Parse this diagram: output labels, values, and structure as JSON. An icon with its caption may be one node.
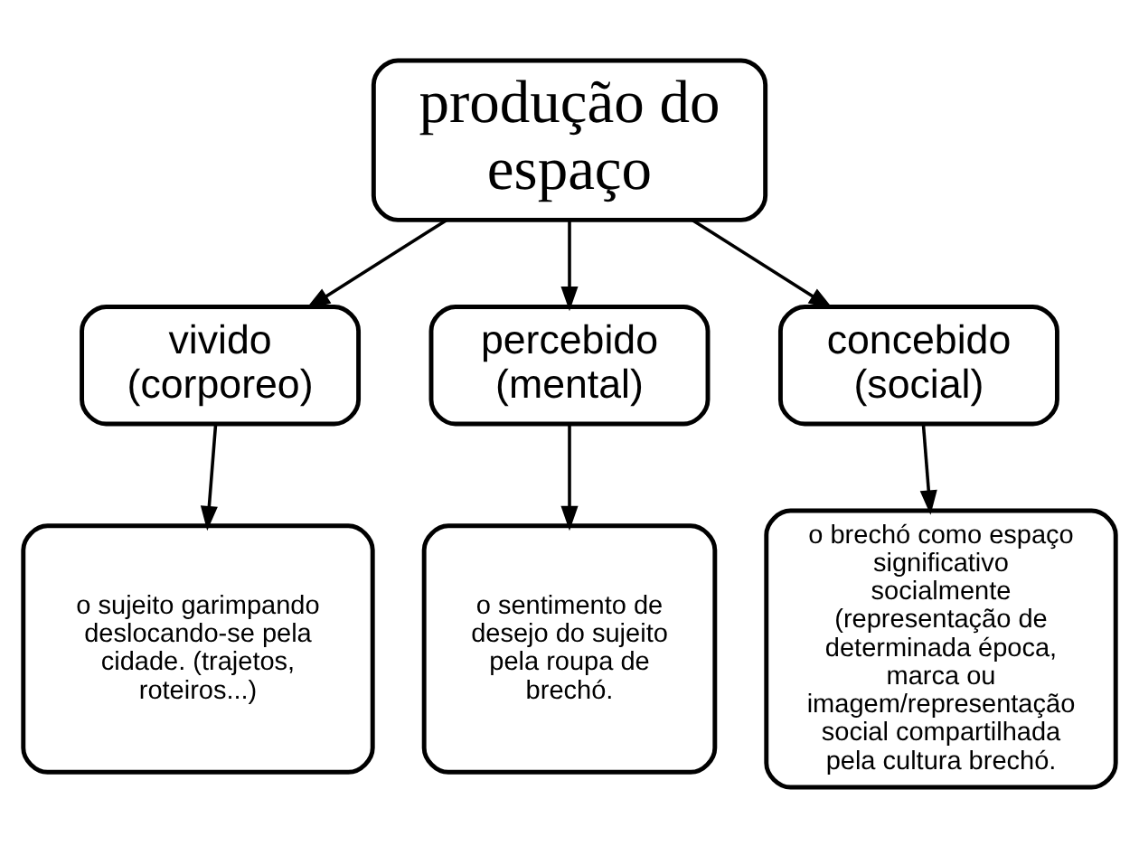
{
  "diagram": {
    "nodes": [
      {
        "text": [
          "produção do espaço"
        ]
      },
      {
        "text": [
          "vivido (corporeo)"
        ]
      },
      {
        "text": [
          "percebido (mental)"
        ]
      },
      {
        "text": [
          "concebido (social)"
        ]
      },
      {
        "text": [
          "o sujeito garimpando deslocando-se pela cidade. (trajetos, roteiros...)"
        ]
      },
      {
        "text": [
          "o sentimento de desejo do sujeito pela roupa de brechó."
        ]
      },
      {
        "text": [
          "o brechó como espaço significativo socialmente (representação de determinada época, marca ou imagem/representação social compartilhada pela cultura brechó."
        ]
      }
    ],
    "edges": [
      {
        "from": 0,
        "to": 1,
        "arrow": "to"
      },
      {
        "from": 0,
        "to": 2,
        "arrow": "to"
      },
      {
        "from": 0,
        "to": 3,
        "arrow": "to"
      },
      {
        "from": 1,
        "to": 4,
        "arrow": "to"
      },
      {
        "from": 2,
        "to": 5,
        "arrow": "to"
      },
      {
        "from": 3,
        "to": 6,
        "arrow": "to"
      }
    ]
  }
}
